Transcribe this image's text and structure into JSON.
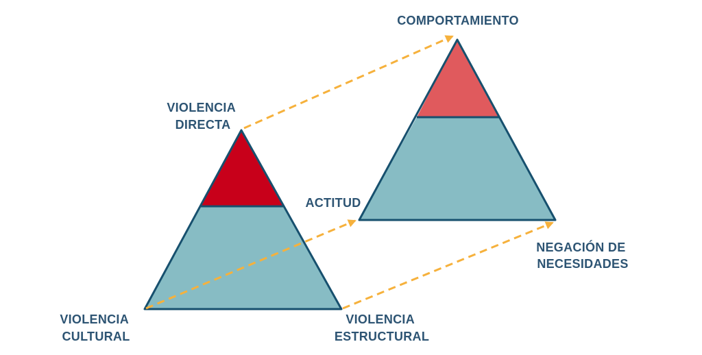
{
  "colors": {
    "label": "#2d5473",
    "outline": "#17506e",
    "teal": "#87bcc4",
    "red_left": "#c8001a",
    "red_right": "#e05a5d",
    "arrow": "#f6b13c"
  },
  "left_pyramid": {
    "top_label": [
      "VIOLENCIA",
      "DIRECTA"
    ],
    "bottom_left_label": [
      "VIOLENCIA",
      "CULTURAL"
    ],
    "bottom_right_label": [
      "VIOLENCIA",
      "ESTRUCTURAL"
    ]
  },
  "right_pyramid": {
    "top_label": [
      "COMPORTAMIENTO"
    ],
    "left_label": [
      "ACTITUD"
    ],
    "bottom_right_label": [
      "NEGACIÓN DE",
      "NECESIDADES"
    ]
  }
}
